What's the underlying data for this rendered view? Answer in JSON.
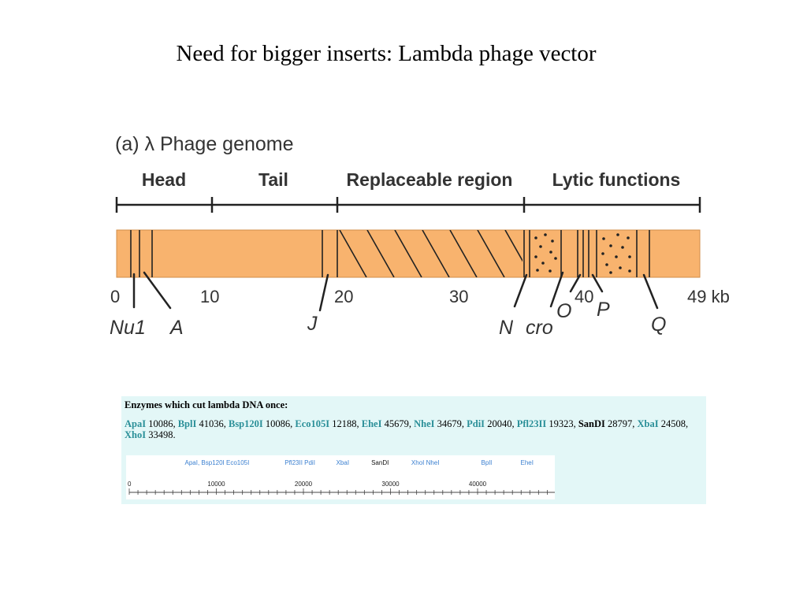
{
  "slide": {
    "title": "Need for bigger inserts:  Lambda phage vector"
  },
  "genome": {
    "panel_label": "(a) λ Phage genome",
    "region_labels": [
      "Head",
      "Tail",
      "Replaceable region",
      "Lytic functions"
    ],
    "ticks": [
      {
        "kb": 0,
        "label": "0"
      },
      {
        "kb": 10,
        "label": "10"
      },
      {
        "kb": 20,
        "label": "20"
      },
      {
        "kb": 30,
        "label": "30"
      },
      {
        "kb": 40,
        "label": "40"
      },
      {
        "kb": 49,
        "label": "49 kb"
      }
    ],
    "genes": [
      "Nu1",
      "A",
      "J",
      "N",
      "cro",
      "O",
      "P",
      "Q"
    ],
    "colors": {
      "bar_fill": "#f8b36e",
      "line": "#222222",
      "label": "#333333"
    }
  },
  "enzymes": {
    "heading": "Enzymes which cut lambda DNA once:",
    "list": [
      {
        "name": "ApaI",
        "site": "10086"
      },
      {
        "name": "BplI",
        "site": "41036"
      },
      {
        "name": "Bsp120I",
        "site": "10086"
      },
      {
        "name": "Eco105I",
        "site": "12188"
      },
      {
        "name": "EheI",
        "site": "45679"
      },
      {
        "name": "NheI",
        "site": "34679"
      },
      {
        "name": "PdiI",
        "site": "20040"
      },
      {
        "name": "Pfl23II",
        "site": "19323"
      },
      {
        "name": "SanDI",
        "site": "28797"
      },
      {
        "name": "XbaI",
        "site": "24508"
      },
      {
        "name": "XhoI",
        "site": "33498"
      }
    ],
    "map_labels": [
      {
        "text": "ApaI, Bsp120I  Eco105I",
        "bp": 10086,
        "dark": false
      },
      {
        "text": "Pfl23II  PdiI",
        "bp": 19600,
        "dark": false
      },
      {
        "text": "XbaI",
        "bp": 24508,
        "dark": false
      },
      {
        "text": "SanDI",
        "bp": 28797,
        "dark": true
      },
      {
        "text": "XhoI  NheI",
        "bp": 34000,
        "dark": false
      },
      {
        "text": "BplI",
        "bp": 41036,
        "dark": false
      },
      {
        "text": "EheI",
        "bp": 45679,
        "dark": false
      }
    ],
    "axis_ticks": [
      "0",
      "10000",
      "20000",
      "30000",
      "40000"
    ],
    "colors": {
      "panel_bg": "#e3f7f7",
      "enzyme_name": "#2a8f98",
      "map_label": "#3a7fd0"
    }
  }
}
